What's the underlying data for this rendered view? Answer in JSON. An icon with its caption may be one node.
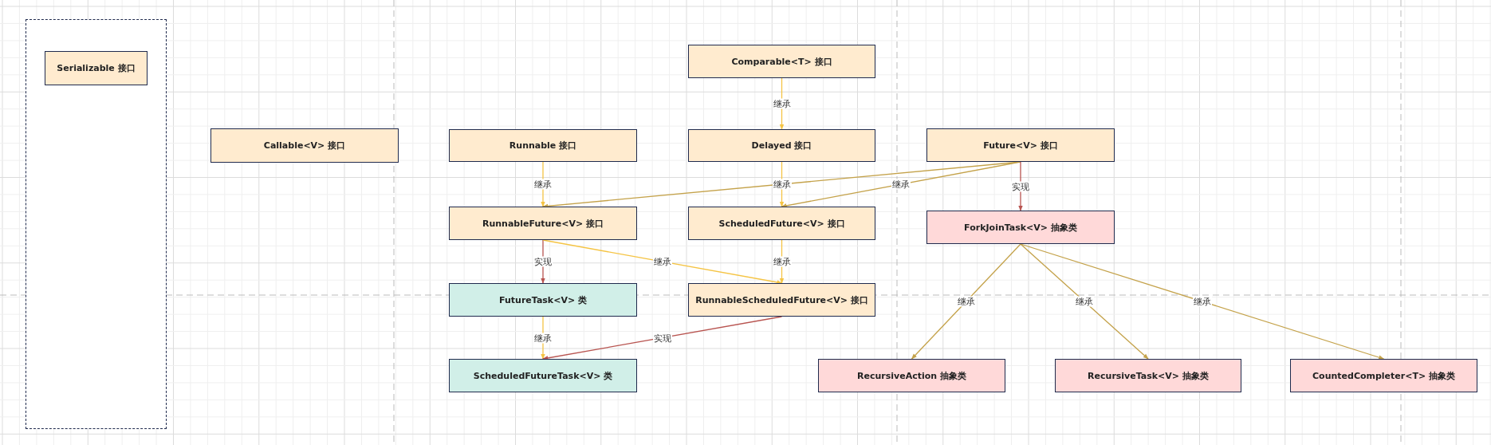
{
  "diagram": {
    "nodes": [
      {
        "text": [],
        "shape": "box"
      },
      {
        "text": [
          "Serializable 接口"
        ],
        "in": 0
      },
      {
        "text": [
          "Comparable<T> 接口"
        ]
      },
      {
        "text": [
          "Callable<V> 接口"
        ]
      },
      {
        "text": [
          "Runnable 接口"
        ]
      },
      {
        "text": [
          "Delayed 接口"
        ]
      },
      {
        "text": [
          "Future<V> 接口"
        ]
      },
      {
        "text": [
          "RunnableFuture<V> 接口"
        ]
      },
      {
        "text": [
          "ScheduledFuture<V> 接口"
        ]
      },
      {
        "text": [
          "ForkJoinTask<V> 抽象类"
        ]
      },
      {
        "text": [
          "FutureTask<V> 类"
        ]
      },
      {
        "text": [
          "RunnableScheduledFuture<V> 接口"
        ]
      },
      {
        "text": [
          "ScheduledFutureTask<V> 类"
        ]
      },
      {
        "text": [
          "RecursiveAction 抽象类"
        ]
      },
      {
        "text": [
          "RecursiveTask<V> 抽象类"
        ]
      },
      {
        "text": [
          "CountedCompleter<T> 抽象类"
        ]
      }
    ],
    "edges": [
      {
        "from": 2,
        "to": 5,
        "arrow": "to",
        "label": "继承"
      },
      {
        "from": 4,
        "to": 7,
        "arrow": "to",
        "label": "继承"
      },
      {
        "from": 5,
        "to": 8,
        "arrow": "to",
        "label": "继承"
      },
      {
        "from": 6,
        "to": 7,
        "arrow": "to",
        "color": "#c4a24a"
      },
      {
        "from": 6,
        "to": 8,
        "arrow": "to",
        "label": "继承",
        "color": "#c4a24a"
      },
      {
        "from": 6,
        "to": 9,
        "arrow": "to",
        "label": "实现",
        "color": "#b85450"
      },
      {
        "from": 7,
        "to": 10,
        "arrow": "to",
        "label": "实现",
        "color": "#b85450"
      },
      {
        "from": 7,
        "to": 11,
        "arrow": "to",
        "label": "继承"
      },
      {
        "from": 8,
        "to": 11,
        "arrow": "to",
        "label": "继承"
      },
      {
        "from": 10,
        "to": 12,
        "arrow": "to",
        "label": "继承"
      },
      {
        "from": 11,
        "to": 12,
        "arrow": "to",
        "label": "实现",
        "color": "#b85450"
      },
      {
        "from": 9,
        "to": 13,
        "arrow": "to",
        "label": "继承",
        "color": "#c4a24a"
      },
      {
        "from": 9,
        "to": 14,
        "arrow": "to",
        "label": "继承",
        "color": "#c4a24a"
      },
      {
        "from": 9,
        "to": 15,
        "arrow": "to",
        "label": "继承",
        "color": "#c4a24a"
      }
    ]
  }
}
